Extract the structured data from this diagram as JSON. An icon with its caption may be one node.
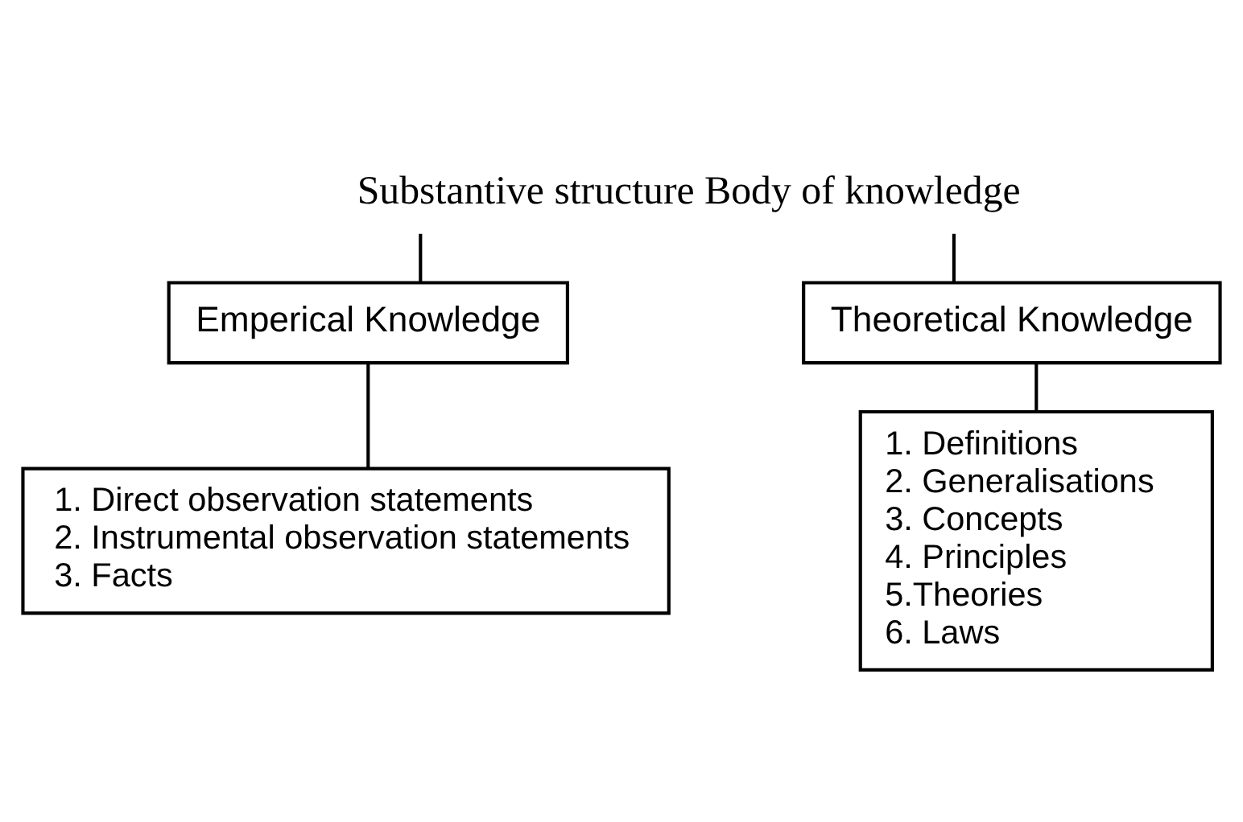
{
  "diagram": {
    "nodes": [
      {
        "text": [
          "Substantive structure Body of knowledge"
        ]
      },
      {
        "text": [
          "Emperical Knowledge"
        ]
      },
      {
        "text": [
          "Theoretical Knowledge"
        ]
      },
      {
        "text": [
          "1. Direct observation statements",
          "2. Instrumental observation statements",
          "3. Facts"
        ]
      },
      {
        "text": [
          "1. Definitions",
          "2. Generalisations",
          "3. Concepts",
          "4. Principles",
          "5.Theories",
          "6. Laws"
        ]
      }
    ],
    "edges": [
      {
        "from": 0,
        "to": 1,
        "arrow": "none"
      },
      {
        "from": 0,
        "to": 2,
        "arrow": "none"
      },
      {
        "from": 1,
        "to": 3,
        "arrow": "none"
      },
      {
        "from": 2,
        "to": 4,
        "arrow": "none"
      }
    ]
  }
}
